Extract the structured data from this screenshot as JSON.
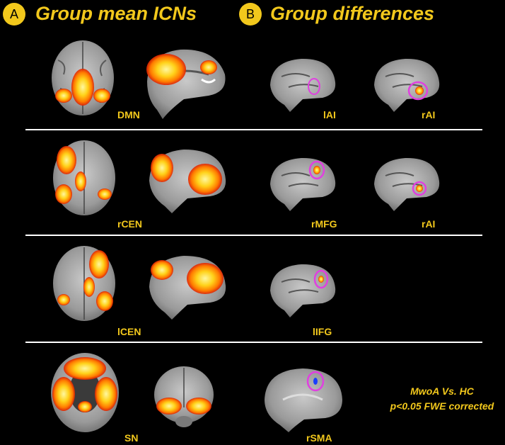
{
  "panels": {
    "a": {
      "badge": "A",
      "title": "Group mean ICNs"
    },
    "b": {
      "badge": "B",
      "title": "Group differences"
    }
  },
  "rows": [
    {
      "network": "DMN",
      "regions": [
        "lAI",
        "rAI"
      ]
    },
    {
      "network": "rCEN",
      "regions": [
        "rMFG",
        "rAI"
      ]
    },
    {
      "network": "lCEN",
      "regions": [
        "lIFG"
      ]
    },
    {
      "network": "SN",
      "regions": [
        "rSMA"
      ]
    }
  ],
  "note": {
    "line1": "MwoA Vs. HC",
    "line2": "p<0.05 FWE corrected"
  },
  "colors": {
    "label": "#f2c81c",
    "highlight_circle": "#e040e0",
    "activation": "#ff8a00",
    "deactivation": "#1a3cff"
  }
}
